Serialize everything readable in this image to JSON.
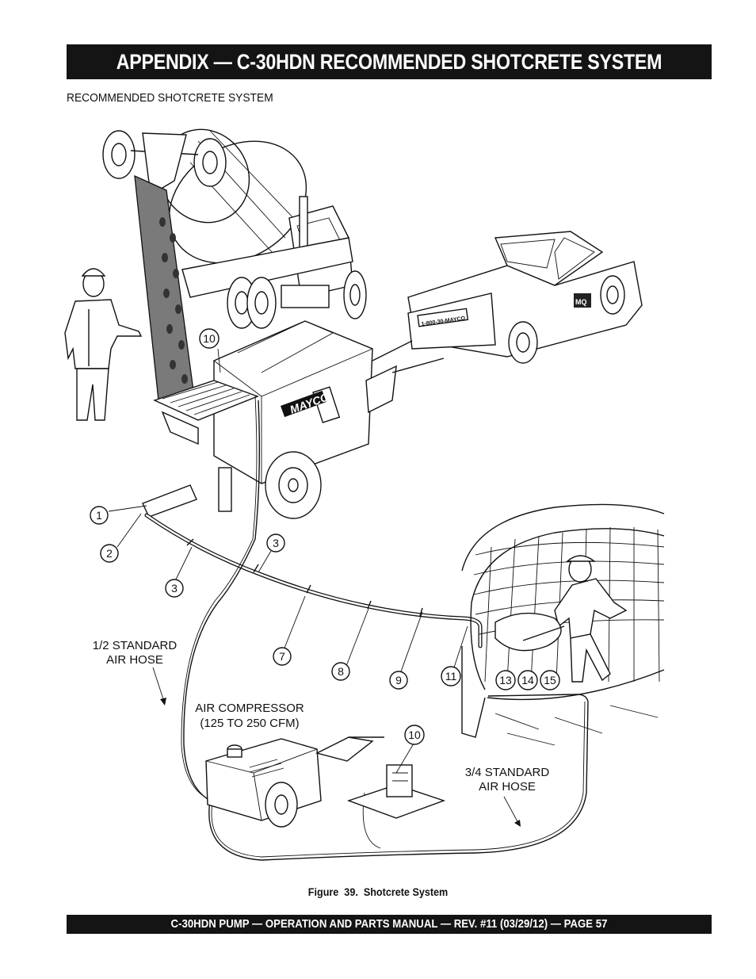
{
  "header": {
    "title": "APPENDIX — C-30HDN RECOMMENDED SHOTCRETE SYSTEM"
  },
  "section": {
    "heading": "RECOMMENDED SHOTCRETE SYSTEM"
  },
  "figure": {
    "caption": "Figure  39.  Shotcrete System",
    "callouts": [
      "10",
      "1",
      "2",
      "3",
      "3",
      "7",
      "8",
      "9",
      "11",
      "13",
      "14",
      "15",
      "10"
    ],
    "labels": {
      "half_inch_hose": [
        "1/2 STANDARD",
        "AIR HOSE"
      ],
      "compressor": [
        "AIR COMPRESSOR",
        "(125 TO 250 CFM)"
      ],
      "three_quarter_hose": [
        "3/4 STANDARD",
        "AIR HOSE"
      ]
    },
    "brand": {
      "pump_logo": "MAYCO",
      "truck_phone": "1-800-30-MAYCO",
      "badge": "MQ"
    }
  },
  "footer": {
    "text": "C-30HDN PUMP — OPERATION AND PARTS MANUAL — REV. #11  (03/29/12) — PAGE 57"
  }
}
